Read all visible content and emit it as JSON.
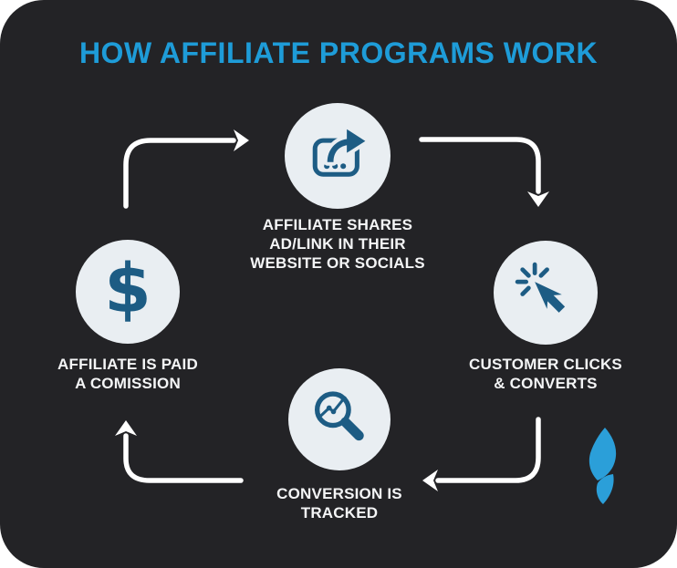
{
  "title": {
    "text": "HOW AFFILIATE PROGRAMS WORK"
  },
  "steps": [
    {
      "name": "affiliate-shares",
      "icon": "share-arrow-icon",
      "lines": [
        "AFFILIATE SHARES",
        "AD/LINK IN THEIR",
        "WEBSITE OR SOCIALS"
      ]
    },
    {
      "name": "customer-clicks",
      "icon": "cursor-click-icon",
      "lines": [
        "CUSTOMER CLICKS",
        "& CONVERTS"
      ]
    },
    {
      "name": "conversion-tracked",
      "icon": "magnifier-chart-icon",
      "lines": [
        "CONVERSION IS",
        "TRACKED"
      ]
    },
    {
      "name": "affiliate-paid",
      "icon": "dollar-sign-icon",
      "lines": [
        "AFFILIATE IS PAID",
        "A COMISSION"
      ]
    }
  ],
  "icons": {
    "dollar_glyph": "$",
    "logo": "flame-logo-icon"
  },
  "colors": {
    "page_background": "#ffffff",
    "card_background": "#232326",
    "title_blue": "#1e9cd8",
    "icon_blue": "#1d5c84",
    "circle_fill": "#e9eef2",
    "label_text": "#f4f5f6",
    "arrow_white": "#ffffff",
    "logo_blue": "#2b9fd9"
  }
}
